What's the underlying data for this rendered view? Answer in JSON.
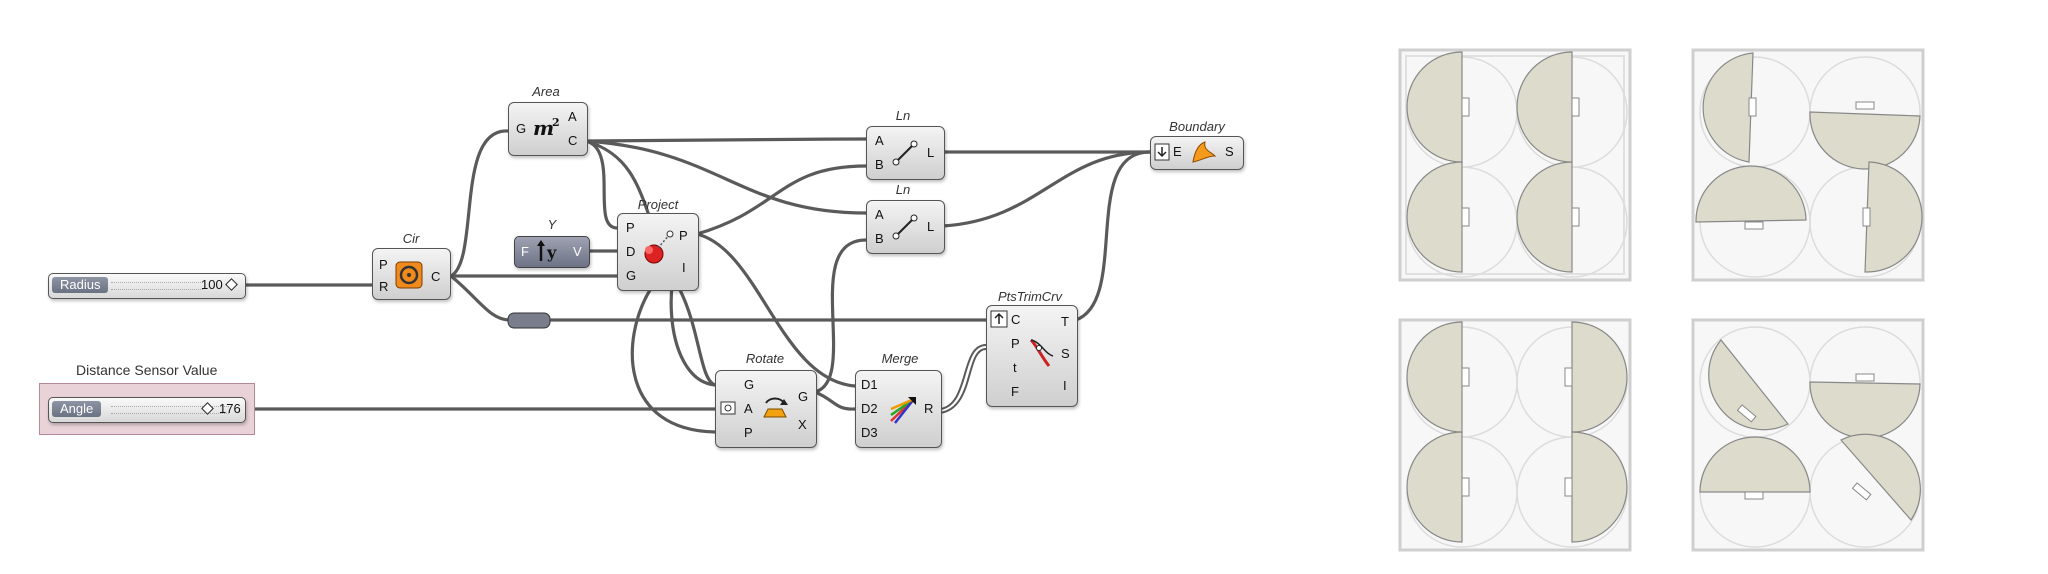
{
  "components": {
    "area": {
      "title": "Area",
      "inputs": [
        "G"
      ],
      "outputs": [
        "A",
        "C"
      ]
    },
    "ln1": {
      "title": "Ln",
      "inputs": [
        "A",
        "B"
      ],
      "outputs": [
        "L"
      ]
    },
    "ln2": {
      "title": "Ln",
      "inputs": [
        "A",
        "B"
      ],
      "outputs": [
        "L"
      ]
    },
    "boundary": {
      "title": "Boundary",
      "inputs": [
        "E"
      ],
      "outputs": [
        "S"
      ]
    },
    "cir": {
      "title": "Cir",
      "inputs": [
        "P",
        "R"
      ],
      "outputs": [
        "C"
      ]
    },
    "y": {
      "title": "Y",
      "inputs": [
        "F"
      ],
      "outputs": [
        "V"
      ]
    },
    "project": {
      "title": "Project",
      "inputs": [
        "P",
        "D",
        "G"
      ],
      "outputs": [
        "P",
        "I"
      ]
    },
    "rotate": {
      "title": "Rotate",
      "inputs": [
        "G",
        "A",
        "P"
      ],
      "outputs": [
        "G",
        "X"
      ]
    },
    "merge": {
      "title": "Merge",
      "inputs": [
        "D1",
        "D2",
        "D3"
      ],
      "outputs": [
        "R"
      ]
    },
    "ptstrim": {
      "title": "PtsTrimCrv",
      "inputs": [
        "C",
        "P",
        "t",
        "F"
      ],
      "outputs": [
        "T",
        "S",
        "I"
      ]
    }
  },
  "sliders": {
    "radius": {
      "label": "Radius",
      "value": "100"
    },
    "angle": {
      "label": "Angle",
      "value": "176"
    }
  },
  "group": {
    "title": "Distance Sensor Value"
  },
  "icons": {
    "area": "area-m2-icon",
    "ln": "line-icon",
    "boundary": "boundary-surface-icon",
    "cir": "circle-icon",
    "project": "project-icon",
    "rotate": "rotate-icon",
    "merge": "merge-icon",
    "ptstrim": "trim-curve-icon",
    "y": "y-vector-icon"
  },
  "colors": {
    "wire": "#555555",
    "panel_fill": "#dcdbcc",
    "component_bg": "#e2e2e2"
  }
}
